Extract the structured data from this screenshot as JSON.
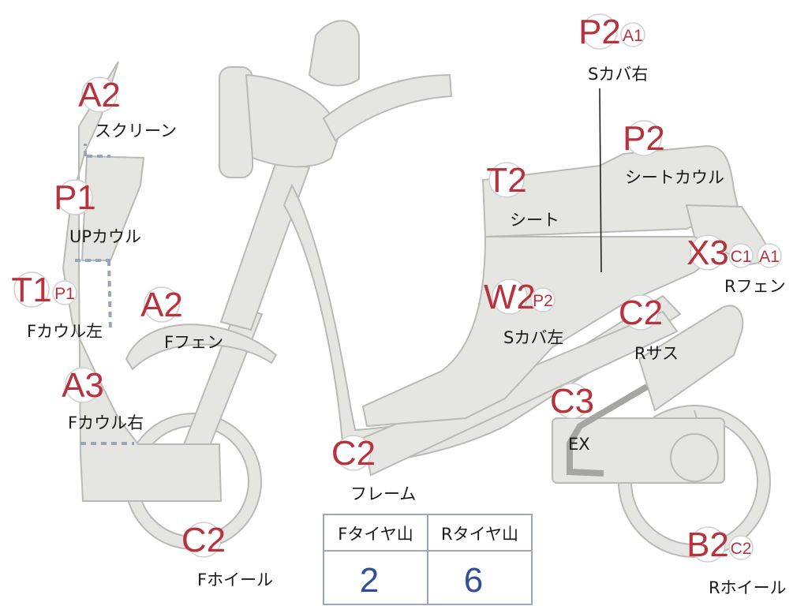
{
  "parts": [
    {
      "id": "screen",
      "name": "スクリーン",
      "grades": [
        "A2"
      ]
    },
    {
      "id": "up-cowl",
      "name": "UPカウル",
      "grades": [
        "P1"
      ]
    },
    {
      "id": "f-cowl-l",
      "name": "Fカウル左",
      "grades": [
        "T1",
        "P1"
      ]
    },
    {
      "id": "f-cowl-r",
      "name": "Fカウル右",
      "grades": [
        "A3"
      ]
    },
    {
      "id": "f-fender",
      "name": "Fフェン",
      "grades": [
        "A2"
      ]
    },
    {
      "id": "f-wheel",
      "name": "Fホイール",
      "grades": [
        "C2"
      ]
    },
    {
      "id": "frame",
      "name": "フレーム",
      "grades": [
        "C2"
      ]
    },
    {
      "id": "s-cover-r",
      "name": "Sカバ右",
      "grades": [
        "P2",
        "A1"
      ]
    },
    {
      "id": "seat-cowl",
      "name": "シートカウル",
      "grades": [
        "P2"
      ]
    },
    {
      "id": "seat",
      "name": "シート",
      "grades": [
        "T2"
      ]
    },
    {
      "id": "s-cover-l",
      "name": "Sカバ左",
      "grades": [
        "W2",
        "P2"
      ]
    },
    {
      "id": "r-fender",
      "name": "Rフェン",
      "grades": [
        "X3",
        "C1",
        "A1"
      ]
    },
    {
      "id": "r-sus",
      "name": "Rサス",
      "grades": [
        "C2"
      ]
    },
    {
      "id": "ex",
      "name": "EX",
      "grades": [
        "C3"
      ]
    },
    {
      "id": "r-wheel",
      "name": "Rホイール",
      "grades": [
        "B2",
        "C2"
      ]
    }
  ],
  "tread": {
    "headers": [
      "Fタイヤ山",
      "Rタイヤ山"
    ],
    "values": [
      "2",
      "6"
    ]
  },
  "colors": {
    "grade": "#b8323d",
    "tread_value": "#2f4f9a",
    "part_fill": "#e5e6e1"
  }
}
